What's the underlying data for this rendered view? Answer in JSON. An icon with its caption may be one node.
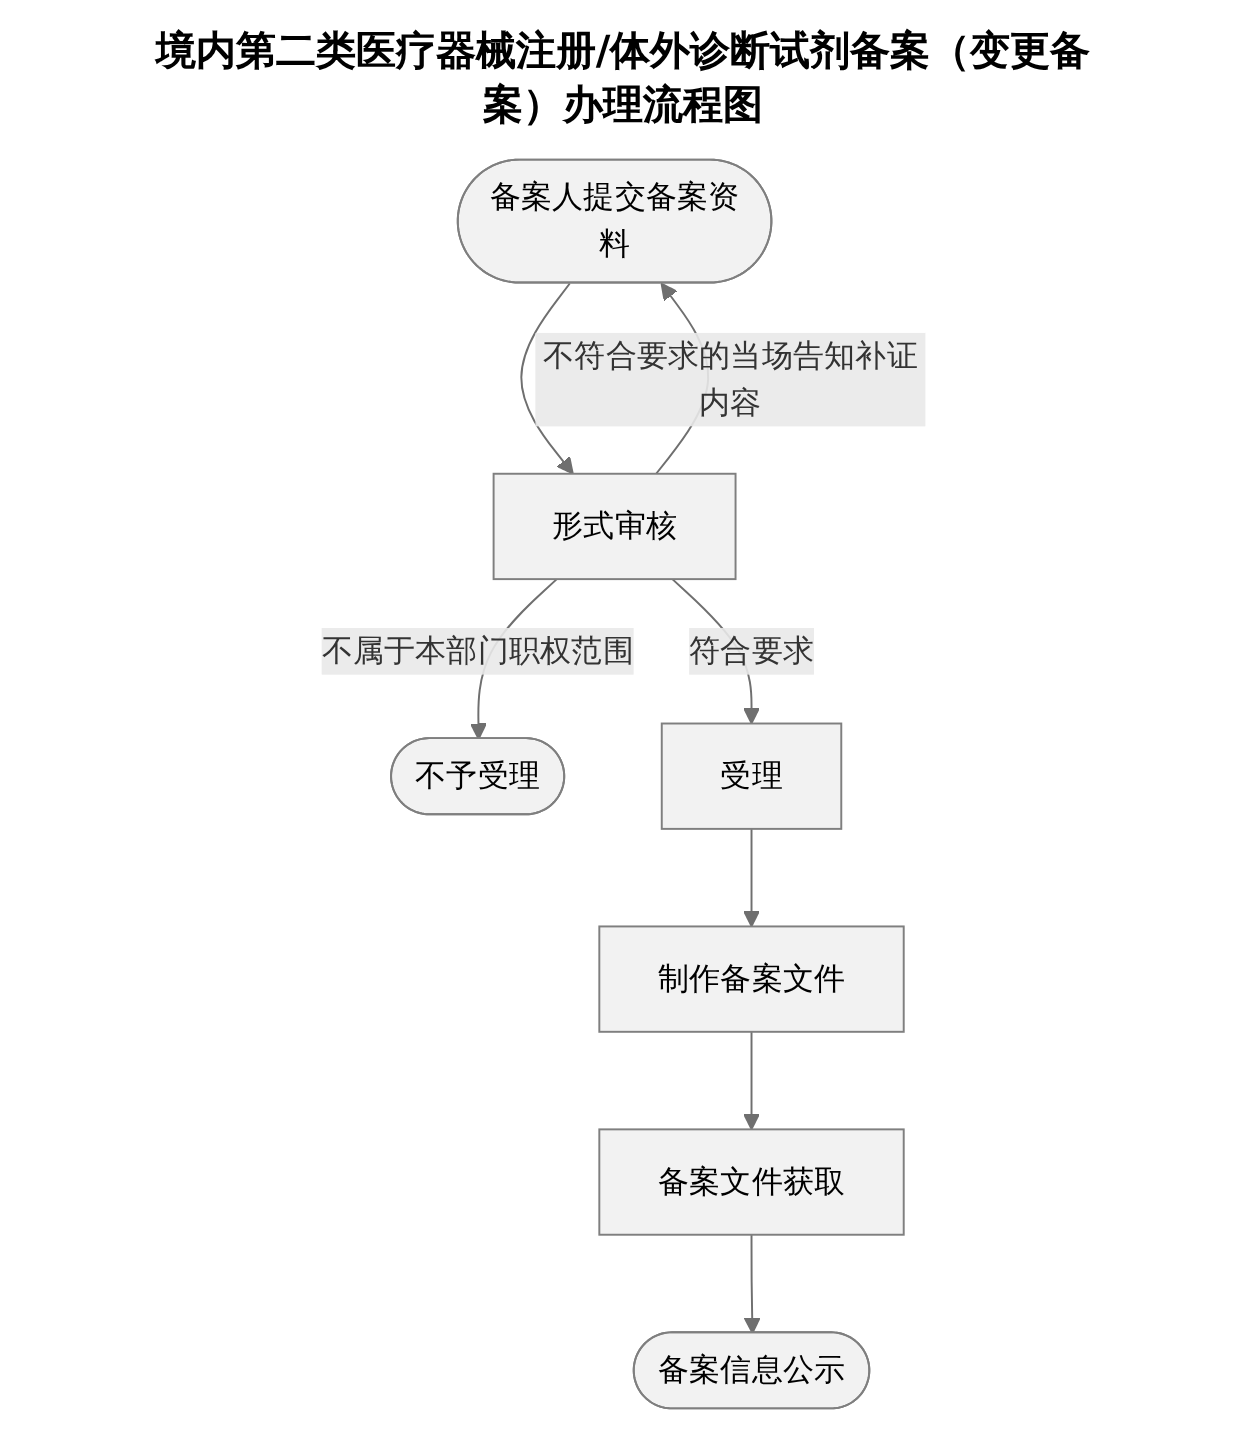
{
  "diagram": {
    "title": "境内第二类医疗器械注册/体外诊断试剂备案（变更备案）办理流程图",
    "nodes": [
      {
        "text": [
          "备案人提交备案资料"
        ]
      },
      {
        "text": [
          "形式审核"
        ]
      },
      {
        "text": [
          "不予受理"
        ]
      },
      {
        "text": [
          "受理"
        ]
      },
      {
        "text": [
          "制作备案文件"
        ]
      },
      {
        "text": [
          "备案文件获取"
        ]
      },
      {
        "text": [
          "备案信息公示"
        ]
      }
    ],
    "edges": [
      {
        "from": 0,
        "to": 1,
        "arrow": "to"
      },
      {
        "from": 1,
        "to": 2,
        "arrow": "to",
        "label": "不属于本部门职权范围"
      },
      {
        "from": 1,
        "to": 0,
        "arrow": "to",
        "label": "不符合要求的当场告知补证内容"
      },
      {
        "from": 1,
        "to": 3,
        "arrow": "to",
        "label": "符合要求"
      },
      {
        "from": 3,
        "to": 4,
        "arrow": "to"
      },
      {
        "from": 4,
        "to": 5,
        "arrow": "to"
      },
      {
        "from": 5,
        "to": 6,
        "arrow": "to"
      }
    ]
  }
}
